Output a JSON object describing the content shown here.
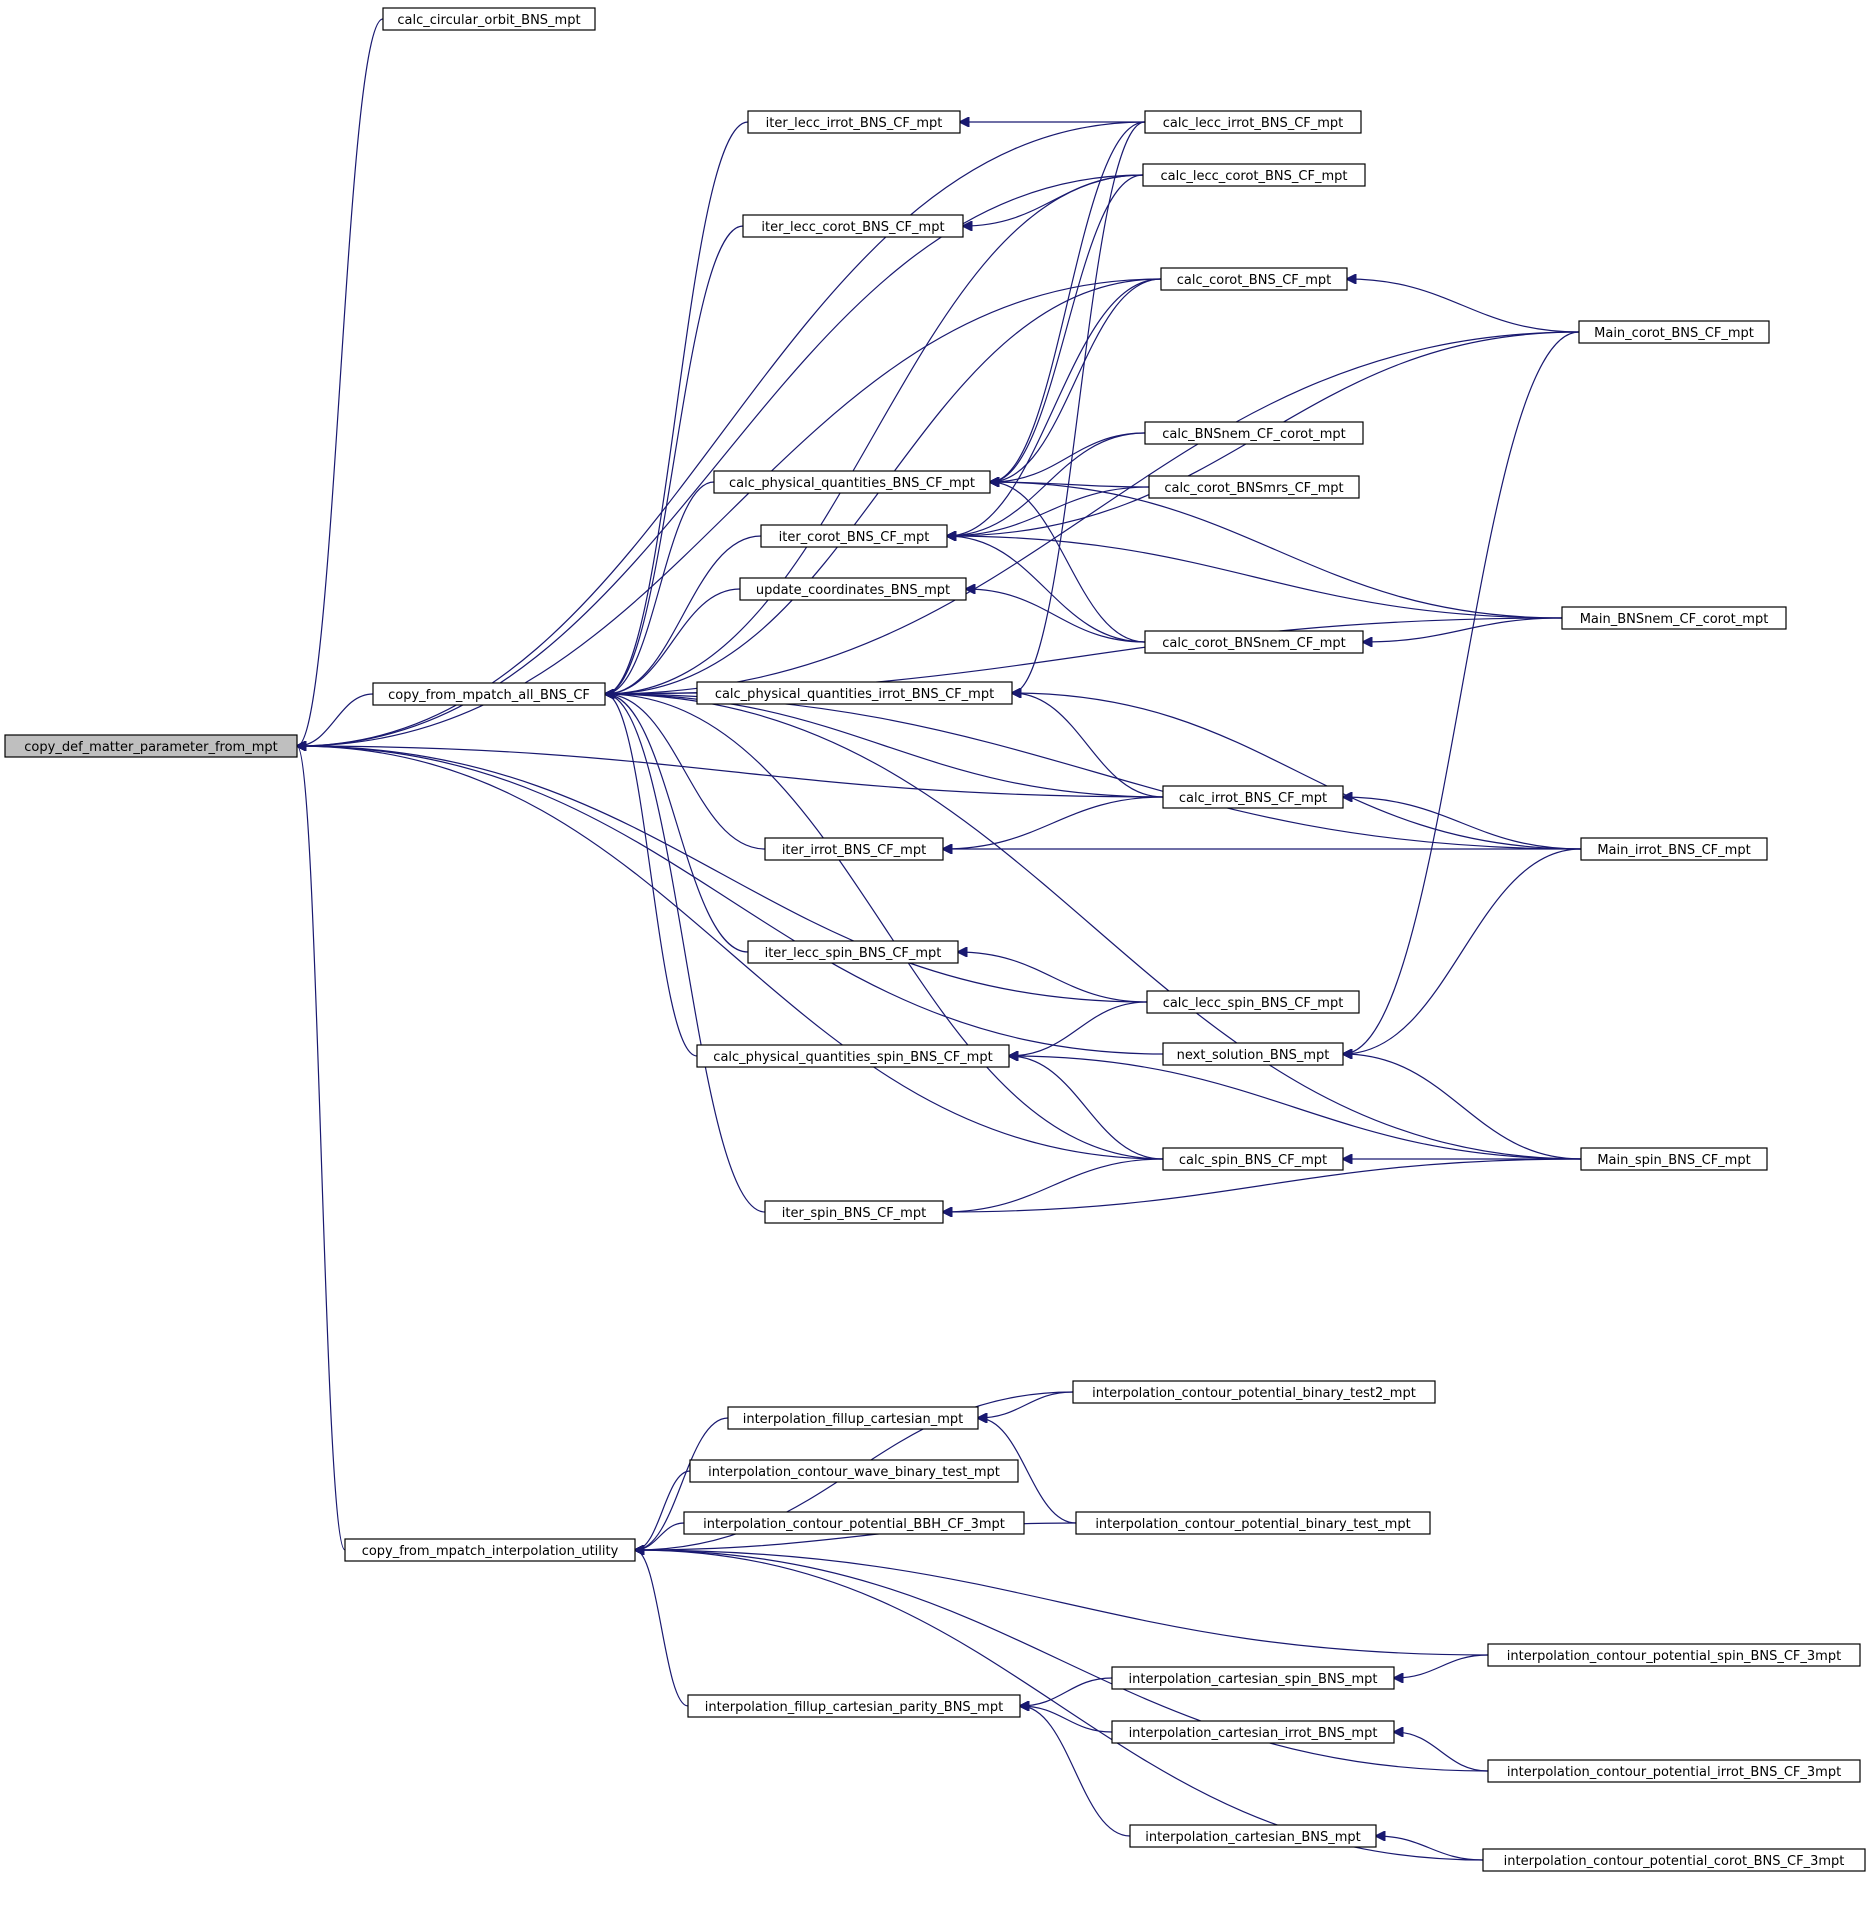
{
  "diagram": {
    "type": "doxygen-caller-graph",
    "colors": {
      "edge": "#191970",
      "node_border": "#000000",
      "node_fill": "#ffffff",
      "root_fill": "#bfbfbf"
    },
    "nodes": [
      {
        "id": "copy_def",
        "label": "copy_def_matter_parameter_from_mpt",
        "root": true
      },
      {
        "id": "calc_circular",
        "label": "calc_circular_orbit_BNS_mpt"
      },
      {
        "id": "copy_all",
        "label": "copy_from_mpatch_all_BNS_CF"
      },
      {
        "id": "copy_interp",
        "label": "copy_from_mpatch_interpolation_utility"
      },
      {
        "id": "iter_lecc_irrot",
        "label": "iter_lecc_irrot_BNS_CF_mpt"
      },
      {
        "id": "iter_lecc_corot",
        "label": "iter_lecc_corot_BNS_CF_mpt"
      },
      {
        "id": "calc_phys",
        "label": "calc_physical_quantities_BNS_CF_mpt"
      },
      {
        "id": "iter_corot",
        "label": "iter_corot_BNS_CF_mpt"
      },
      {
        "id": "update_coords",
        "label": "update_coordinates_BNS_mpt"
      },
      {
        "id": "calc_phys_irrot",
        "label": "calc_physical_quantities_irrot_BNS_CF_mpt"
      },
      {
        "id": "iter_irrot",
        "label": "iter_irrot_BNS_CF_mpt"
      },
      {
        "id": "iter_lecc_spin",
        "label": "iter_lecc_spin_BNS_CF_mpt"
      },
      {
        "id": "calc_phys_spin",
        "label": "calc_physical_quantities_spin_BNS_CF_mpt"
      },
      {
        "id": "iter_spin",
        "label": "iter_spin_BNS_CF_mpt"
      },
      {
        "id": "calc_lecc_irrot",
        "label": "calc_lecc_irrot_BNS_CF_mpt"
      },
      {
        "id": "calc_lecc_corot",
        "label": "calc_lecc_corot_BNS_CF_mpt"
      },
      {
        "id": "calc_corot",
        "label": "calc_corot_BNS_CF_mpt"
      },
      {
        "id": "calc_BNSnem",
        "label": "calc_BNSnem_CF_corot_mpt"
      },
      {
        "id": "calc_corot_BNSmrs",
        "label": "calc_corot_BNSmrs_CF_mpt"
      },
      {
        "id": "calc_corot_BNSnem",
        "label": "calc_corot_BNSnem_CF_mpt"
      },
      {
        "id": "calc_irrot",
        "label": "calc_irrot_BNS_CF_mpt"
      },
      {
        "id": "calc_lecc_spin",
        "label": "calc_lecc_spin_BNS_CF_mpt"
      },
      {
        "id": "next_solution",
        "label": "next_solution_BNS_mpt"
      },
      {
        "id": "calc_spin",
        "label": "calc_spin_BNS_CF_mpt"
      },
      {
        "id": "main_corot",
        "label": "Main_corot_BNS_CF_mpt"
      },
      {
        "id": "main_BNSnem",
        "label": "Main_BNSnem_CF_corot_mpt"
      },
      {
        "id": "main_irrot",
        "label": "Main_irrot_BNS_CF_mpt"
      },
      {
        "id": "main_spin",
        "label": "Main_spin_BNS_CF_mpt"
      },
      {
        "id": "interp_fillup_cart",
        "label": "interpolation_fillup_cartesian_mpt"
      },
      {
        "id": "interp_wave",
        "label": "interpolation_contour_wave_binary_test_mpt"
      },
      {
        "id": "interp_BBH",
        "label": "interpolation_contour_potential_BBH_CF_3mpt"
      },
      {
        "id": "interp_fillup_parity",
        "label": "interpolation_fillup_cartesian_parity_BNS_mpt"
      },
      {
        "id": "interp_test2",
        "label": "interpolation_contour_potential_binary_test2_mpt"
      },
      {
        "id": "interp_test",
        "label": "interpolation_contour_potential_binary_test_mpt"
      },
      {
        "id": "interp_cart_spin",
        "label": "interpolation_cartesian_spin_BNS_mpt"
      },
      {
        "id": "interp_cart_irrot",
        "label": "interpolation_cartesian_irrot_BNS_mpt"
      },
      {
        "id": "interp_cart",
        "label": "interpolation_cartesian_BNS_mpt"
      },
      {
        "id": "interp_pot_spin",
        "label": "interpolation_contour_potential_spin_BNS_CF_3mpt"
      },
      {
        "id": "interp_pot_irrot",
        "label": "interpolation_contour_potential_irrot_BNS_CF_3mpt"
      },
      {
        "id": "interp_pot_corot",
        "label": "interpolation_contour_potential_corot_BNS_CF_3mpt"
      }
    ],
    "edges": [
      [
        "calc_circular",
        "copy_def"
      ],
      [
        "calc_lecc_irrot",
        "copy_def"
      ],
      [
        "calc_lecc_corot",
        "copy_def"
      ],
      [
        "calc_corot",
        "copy_def"
      ],
      [
        "copy_all",
        "copy_def"
      ],
      [
        "calc_irrot",
        "copy_def"
      ],
      [
        "calc_lecc_spin",
        "copy_def"
      ],
      [
        "next_solution",
        "copy_def"
      ],
      [
        "calc_spin",
        "copy_def"
      ],
      [
        "copy_interp",
        "copy_def"
      ],
      [
        "iter_lecc_irrot",
        "copy_all"
      ],
      [
        "iter_lecc_corot",
        "copy_all"
      ],
      [
        "calc_lecc_corot",
        "copy_all"
      ],
      [
        "calc_corot",
        "copy_all"
      ],
      [
        "calc_phys",
        "copy_all"
      ],
      [
        "iter_corot",
        "copy_all"
      ],
      [
        "update_coords",
        "copy_all"
      ],
      [
        "calc_phys_irrot",
        "copy_all"
      ],
      [
        "main_BNSnem",
        "copy_all"
      ],
      [
        "calc_irrot",
        "copy_all"
      ],
      [
        "iter_irrot",
        "copy_all"
      ],
      [
        "main_irrot",
        "copy_all"
      ],
      [
        "iter_lecc_spin",
        "copy_all"
      ],
      [
        "calc_phys_spin",
        "copy_all"
      ],
      [
        "calc_spin",
        "copy_all"
      ],
      [
        "iter_spin",
        "copy_all"
      ],
      [
        "main_spin",
        "copy_all"
      ],
      [
        "main_corot",
        "copy_all"
      ],
      [
        "calc_lecc_irrot",
        "iter_lecc_irrot"
      ],
      [
        "calc_lecc_corot",
        "iter_lecc_corot"
      ],
      [
        "calc_lecc_irrot",
        "calc_phys"
      ],
      [
        "calc_lecc_corot",
        "calc_phys"
      ],
      [
        "calc_corot",
        "calc_phys"
      ],
      [
        "calc_BNSnem",
        "calc_phys"
      ],
      [
        "calc_corot_BNSmrs",
        "calc_phys"
      ],
      [
        "calc_corot_BNSnem",
        "calc_phys"
      ],
      [
        "main_BNSnem",
        "calc_phys"
      ],
      [
        "calc_corot",
        "iter_corot"
      ],
      [
        "calc_BNSnem",
        "iter_corot"
      ],
      [
        "calc_corot_BNSmrs",
        "iter_corot"
      ],
      [
        "calc_corot_BNSnem",
        "iter_corot"
      ],
      [
        "main_corot",
        "iter_corot"
      ],
      [
        "main_BNSnem",
        "iter_corot"
      ],
      [
        "calc_corot_BNSnem",
        "update_coords"
      ],
      [
        "calc_lecc_irrot",
        "calc_phys_irrot"
      ],
      [
        "calc_irrot",
        "calc_phys_irrot"
      ],
      [
        "main_irrot",
        "calc_phys_irrot"
      ],
      [
        "calc_irrot",
        "iter_irrot"
      ],
      [
        "main_irrot",
        "iter_irrot"
      ],
      [
        "calc_lecc_spin",
        "iter_lecc_spin"
      ],
      [
        "calc_lecc_spin",
        "calc_phys_spin"
      ],
      [
        "calc_spin",
        "calc_phys_spin"
      ],
      [
        "main_spin",
        "calc_phys_spin"
      ],
      [
        "calc_spin",
        "iter_spin"
      ],
      [
        "main_spin",
        "iter_spin"
      ],
      [
        "main_corot",
        "calc_corot"
      ],
      [
        "main_BNSnem",
        "calc_corot_BNSnem"
      ],
      [
        "main_irrot",
        "calc_irrot"
      ],
      [
        "main_corot",
        "next_solution"
      ],
      [
        "main_irrot",
        "next_solution"
      ],
      [
        "main_spin",
        "next_solution"
      ],
      [
        "main_spin",
        "calc_spin"
      ],
      [
        "interp_test2",
        "copy_interp"
      ],
      [
        "interp_fillup_cart",
        "copy_interp"
      ],
      [
        "interp_wave",
        "copy_interp"
      ],
      [
        "interp_BBH",
        "copy_interp"
      ],
      [
        "interp_test",
        "copy_interp"
      ],
      [
        "interp_pot_spin",
        "copy_interp"
      ],
      [
        "interp_fillup_parity",
        "copy_interp"
      ],
      [
        "interp_pot_irrot",
        "copy_interp"
      ],
      [
        "interp_pot_corot",
        "copy_interp"
      ],
      [
        "interp_test2",
        "interp_fillup_cart"
      ],
      [
        "interp_test",
        "interp_fillup_cart"
      ],
      [
        "interp_cart_spin",
        "interp_fillup_parity"
      ],
      [
        "interp_cart_irrot",
        "interp_fillup_parity"
      ],
      [
        "interp_cart",
        "interp_fillup_parity"
      ],
      [
        "interp_pot_spin",
        "interp_cart_spin"
      ],
      [
        "interp_pot_irrot",
        "interp_cart_irrot"
      ],
      [
        "interp_pot_corot",
        "interp_cart"
      ]
    ]
  }
}
